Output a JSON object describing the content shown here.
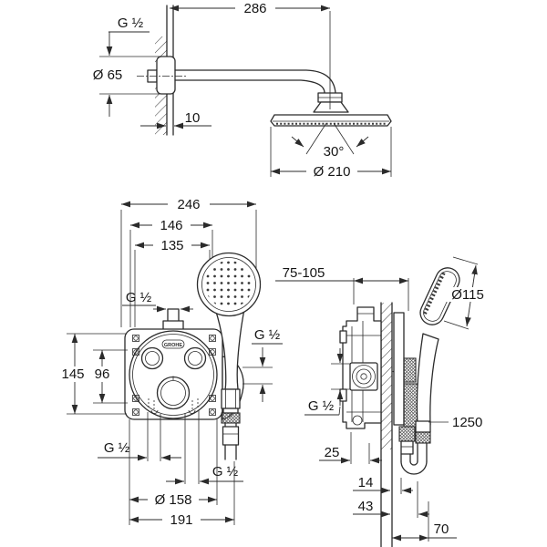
{
  "drawing": {
    "brand_mark": "GROHE",
    "top_view": {
      "thread_label": "G ½",
      "flange_diameter": "Ø 65",
      "wall_thickness": "10",
      "arm_projection": "286",
      "spray_angle": "30°",
      "head_diameter": "Ø 210"
    },
    "front_view": {
      "overall_width": "246",
      "width_146": "146",
      "width_135": "135",
      "top_thread": "G ½",
      "hose_thread": "G ½",
      "height_145": "145",
      "height_96": "96",
      "bottom_left_thread": "G ½",
      "bottom_right_thread": "G ½",
      "plate_diameter": "Ø 158",
      "overall_width_bottom": "191"
    },
    "side_view": {
      "install_depth_range": "75-105",
      "hand_shower_diameter": "Ø115",
      "supply_thread": "G ½",
      "depth_25": "25",
      "hose_length": "1250",
      "offset_14": "14",
      "offset_43": "43",
      "offset_70": "70"
    }
  }
}
